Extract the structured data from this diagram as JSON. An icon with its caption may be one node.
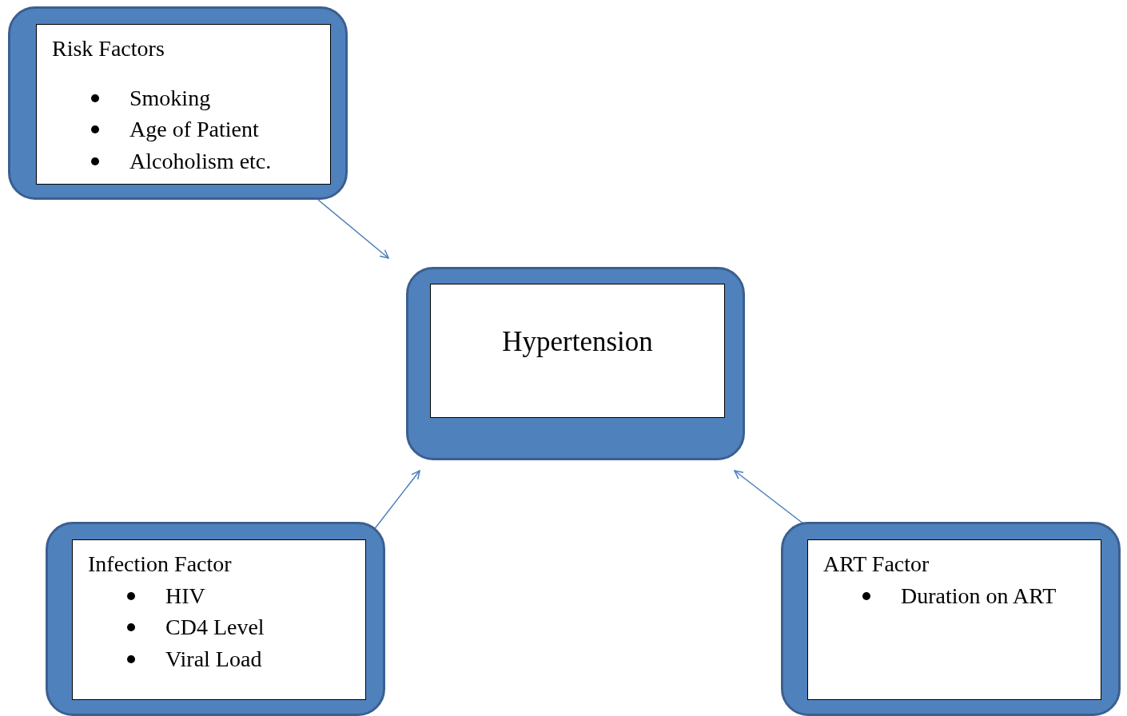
{
  "diagram": {
    "nodes": [
      {
        "text": [
          "Risk Factors",
          "Smoking",
          "Age of Patient",
          "Alcoholism etc."
        ]
      },
      {
        "text": [
          "Hypertension"
        ]
      },
      {
        "text": [
          "Infection Factor",
          "HIV",
          "CD4 Level",
          "Viral Load"
        ]
      },
      {
        "text": [
          "ART Factor",
          "Duration on ART"
        ]
      }
    ],
    "edges": [
      {
        "from": 0,
        "to": 1,
        "arrow": "to"
      },
      {
        "from": 2,
        "to": 1,
        "arrow": "to"
      },
      {
        "from": 3,
        "to": 1,
        "arrow": "to"
      }
    ]
  }
}
